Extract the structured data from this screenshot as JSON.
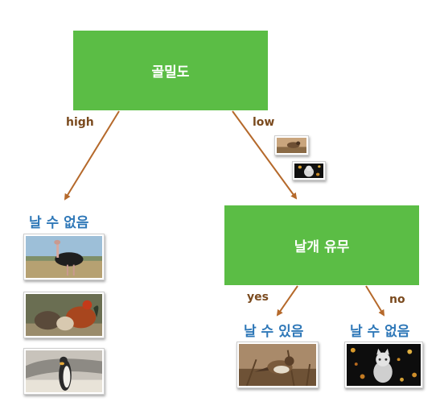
{
  "root": {
    "label": "골밀도"
  },
  "branches": {
    "left": "high",
    "right": "low"
  },
  "left_leaf": {
    "label": "날 수 없음",
    "images": [
      "ostrich-photo",
      "chicken-photo",
      "penguin-photo"
    ]
  },
  "sub_node": {
    "label": "날개 유무"
  },
  "sub_branches": {
    "left": "yes",
    "right": "no"
  },
  "sub_left_leaf": {
    "label": "날 수 있음",
    "image": "sparrow-photo"
  },
  "sub_right_leaf": {
    "label": "날 수 없음",
    "image": "cat-photo"
  },
  "low_samples": [
    "sparrow-thumbnail",
    "cat-thumbnail"
  ],
  "colors": {
    "node_fill": "#5bbd45",
    "edge": "#b5692b",
    "edge_label": "#7a4a1e",
    "leaf_label": "#2f78b8"
  }
}
